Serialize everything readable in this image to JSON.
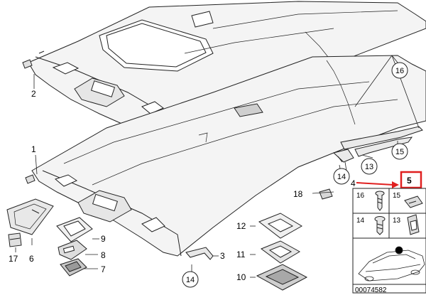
{
  "parts": {
    "p1": "1",
    "p2": "2",
    "p3": "3",
    "p4": "4",
    "p5": "5",
    "p6": "6",
    "p7": "7",
    "p8": "8",
    "p9": "9",
    "p10": "10",
    "p11": "11",
    "p12": "12",
    "p13": "13",
    "p14a": "14",
    "p14b": "14",
    "p15": "15",
    "p16": "16",
    "p17": "17",
    "p18": "18"
  },
  "panel": {
    "c16": "16",
    "c15": "15",
    "c14": "14",
    "c13": "13"
  },
  "doc_number": "00074582",
  "colors": {
    "highlight": "#e02020",
    "arrow": "#e02020",
    "line": "#222222",
    "fill": "#f2f2f2",
    "fill_dark": "#dcdcdc"
  }
}
